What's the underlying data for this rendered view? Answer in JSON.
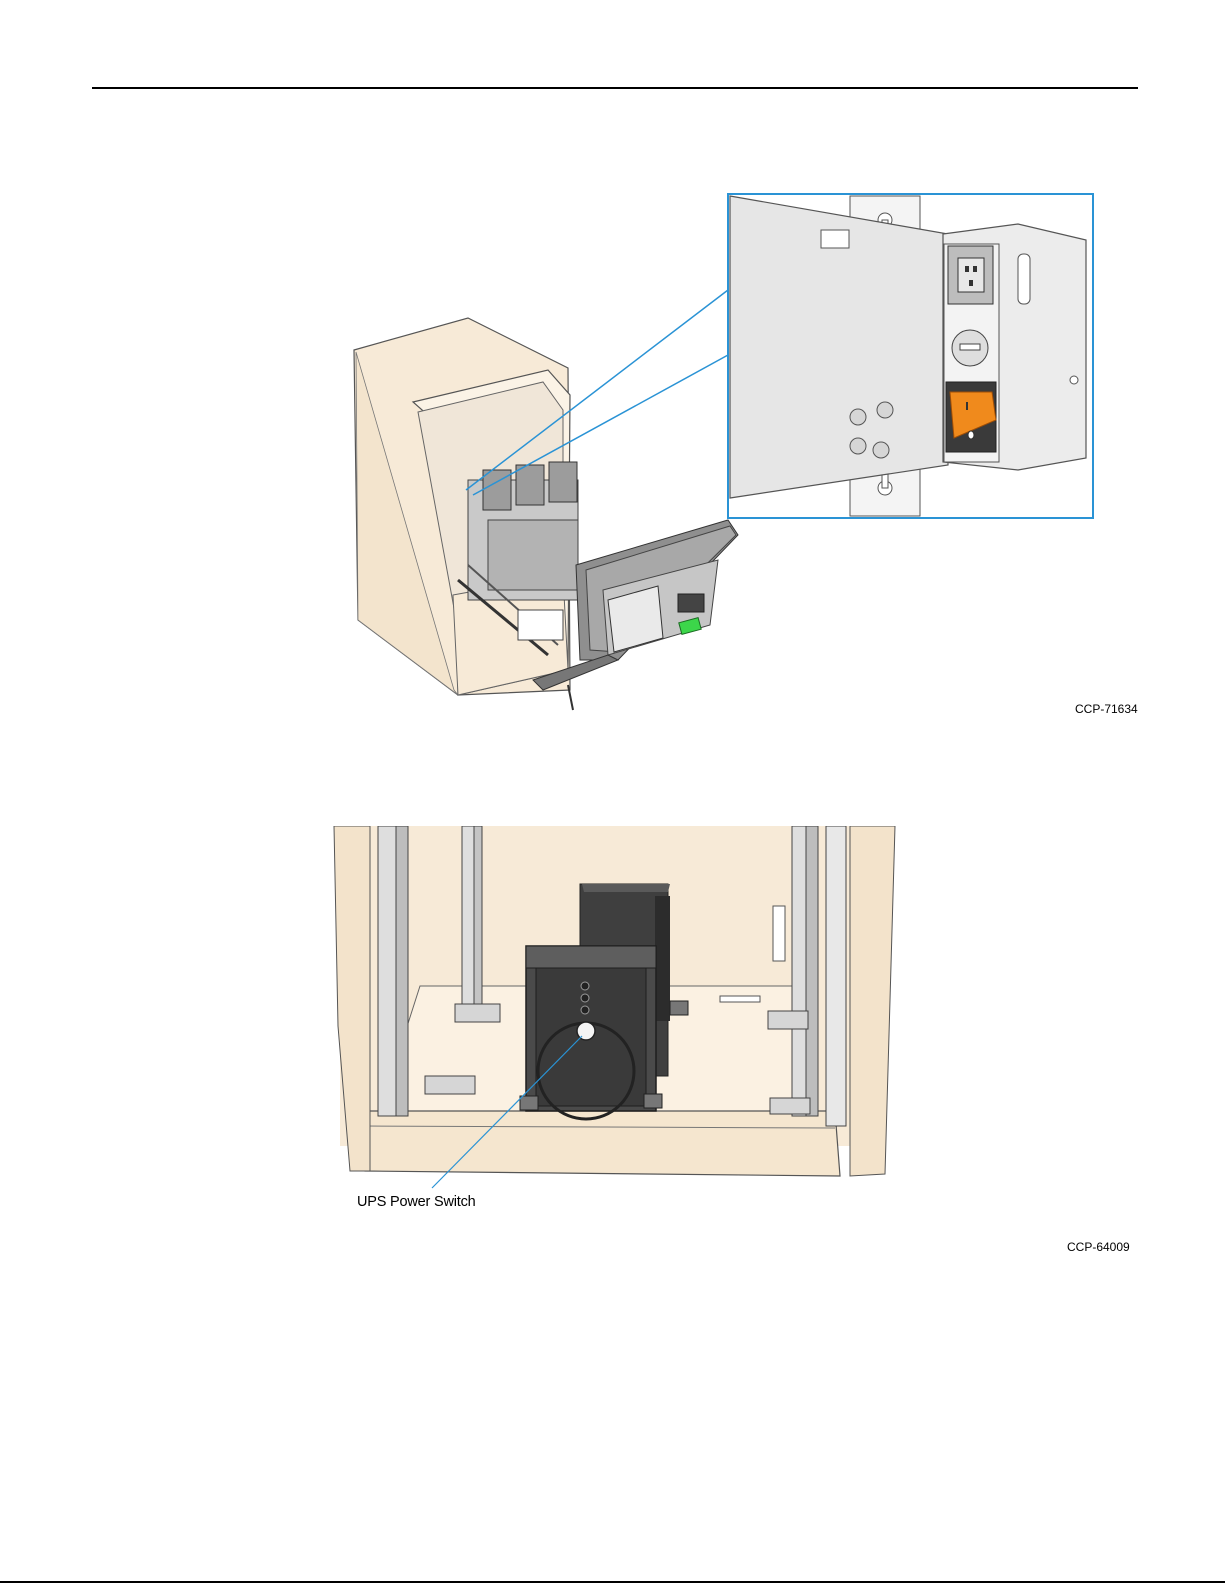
{
  "figure1": {
    "reference": "CCP-71634"
  },
  "figure2": {
    "reference": "CCP-64009",
    "callout": "UPS Power Switch"
  },
  "colors": {
    "cabinet": "#f7ead7",
    "callout_line": "#2a93d5",
    "switch_orange": "#f08a1c",
    "indicator_green": "#3cd64a",
    "ups_body": "#4a4a4a"
  }
}
